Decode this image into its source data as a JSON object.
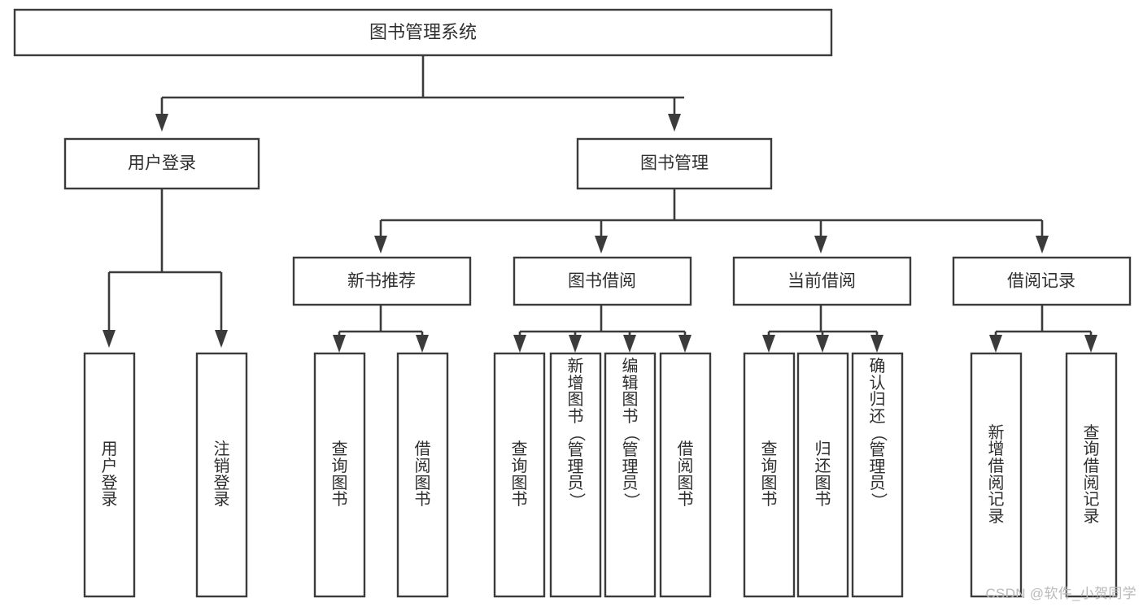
{
  "diagram": {
    "type": "tree",
    "orientation": "top-down",
    "title_node": {
      "id": "root",
      "label": "图书管理系统"
    },
    "colors": {
      "background": "#ffffff",
      "box_fill": "#ffffff",
      "box_stroke": "#3b3b3b",
      "text": "#2f2f2f",
      "watermark": "#b9b9b9"
    },
    "levels": {
      "level1": [
        {
          "id": "user-login",
          "label": "用户登录"
        },
        {
          "id": "book-manage",
          "label": "图书管理"
        }
      ],
      "level2": [
        {
          "id": "new-book-rec",
          "label": "新书推荐",
          "parent": "book-manage"
        },
        {
          "id": "book-borrow",
          "label": "图书借阅",
          "parent": "book-manage"
        },
        {
          "id": "current-borrow",
          "label": "当前借阅",
          "parent": "book-manage"
        },
        {
          "id": "borrow-record",
          "label": "借阅记录",
          "parent": "book-manage"
        }
      ],
      "leaves": [
        {
          "id": "leaf-user-login",
          "label": "用户登录",
          "parent": "user-login"
        },
        {
          "id": "leaf-logout",
          "label": "注销登录",
          "parent": "user-login"
        },
        {
          "id": "leaf-query-book-1",
          "label": "查询图书",
          "parent": "new-book-rec"
        },
        {
          "id": "leaf-borrow-book-1",
          "label": "借阅图书",
          "parent": "new-book-rec"
        },
        {
          "id": "leaf-query-book-2",
          "label": "查询图书",
          "parent": "book-borrow"
        },
        {
          "id": "leaf-add-book",
          "label": "新增图书（管理员）",
          "parent": "book-borrow"
        },
        {
          "id": "leaf-edit-book",
          "label": "编辑图书（管理员）",
          "parent": "book-borrow"
        },
        {
          "id": "leaf-borrow-book-2",
          "label": "借阅图书",
          "parent": "book-borrow"
        },
        {
          "id": "leaf-query-book-3",
          "label": "查询图书",
          "parent": "current-borrow"
        },
        {
          "id": "leaf-return-book",
          "label": "归还图书",
          "parent": "current-borrow"
        },
        {
          "id": "leaf-confirm-return",
          "label": "确认归还（管理员）",
          "parent": "current-borrow"
        },
        {
          "id": "leaf-add-record",
          "label": "新增借阅记录",
          "parent": "borrow-record"
        },
        {
          "id": "leaf-query-record",
          "label": "查询借阅记录",
          "parent": "borrow-record"
        }
      ]
    }
  },
  "watermark": {
    "text": "CSDN @软件_小贺同学"
  }
}
